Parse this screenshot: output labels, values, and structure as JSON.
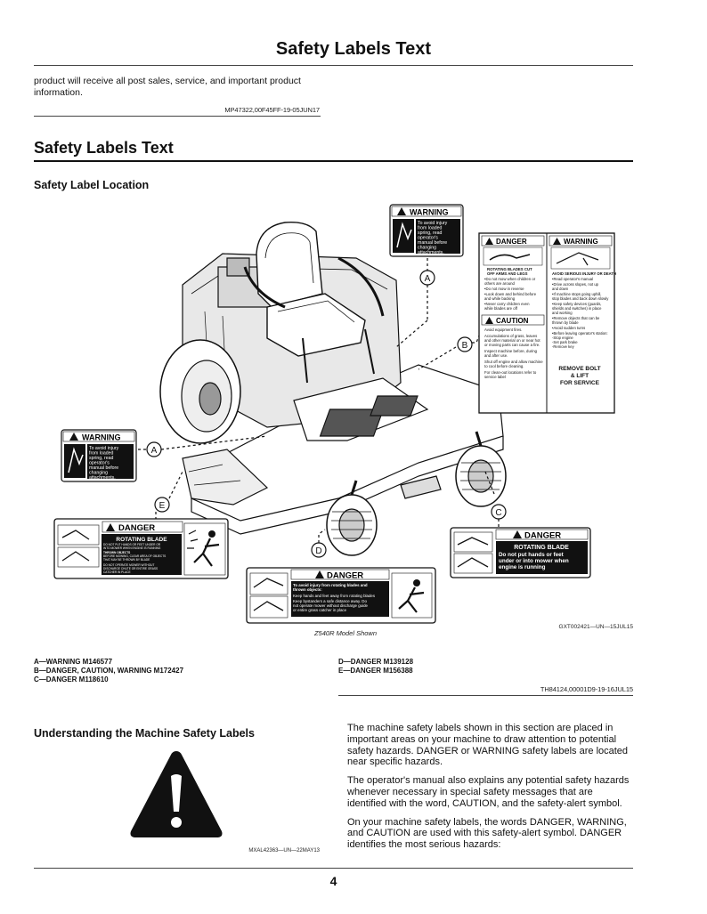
{
  "page_title": "Safety Labels Text",
  "intro": {
    "line1": "product will receive all post sales, service, and important product",
    "line2": "information.",
    "ref": "MP47322,00F45FF-19-05JUN17"
  },
  "section": {
    "title": "Safety Labels Text",
    "subtitle": "Safety Label Location"
  },
  "figure": {
    "caption": "Z540R Model Shown",
    "ref": "GXT002421—UN—15JUL15",
    "callouts": {
      "a": "A",
      "b": "B",
      "c": "C",
      "d": "D",
      "e": "E"
    },
    "labels": {
      "warning_word": "WARNING",
      "warning_text": [
        "To avoid injury",
        "from loaded",
        "spring, read",
        "operator's",
        "manual before",
        "changing",
        "attachments."
      ],
      "danger_word": "DANGER",
      "caution_word": "CAUTION",
      "b_danger_lines": [
        "ROTATING BLADES CUT",
        "OFF ARMS AND LEGS",
        "•Do not mow when children or",
        "others are around",
        "•Do not mow in reverse",
        "•Look down and behind before",
        "and while backing",
        "•Never carry children even",
        "while blades are off"
      ],
      "b_caution_lines": [
        "Avoid equipment fires.",
        "Accumulations of grass, leaves",
        "and other material on or near hot",
        "or moving parts can cause a fire.",
        "Inspect machine before, during",
        "and after use.",
        "Shut off engine and allow machine",
        "to cool before cleaning.",
        "For clean-out locations refer to",
        "service label"
      ],
      "b_warning_lines": [
        "AVOID SERIOUS INJURY OR DEATH",
        "•Read operator's manual",
        "•Drive across slopes, not up",
        "and down",
        "•If machine stops going uphill,",
        "stop blades and back down slowly",
        "•Keep safety devices (guards,",
        "shields and switches) in place",
        "and working",
        "•Remove objects that can be",
        "thrown by blade",
        "•Avoid sudden turns",
        "•Before leaving operator's station:",
        "-Stop engine",
        "-Set park brake",
        "-Remove key"
      ],
      "remove_bolt": [
        "REMOVE BOLT",
        "& LIFT",
        "FOR SERVICE"
      ],
      "rotating_blade": "ROTATING BLADE",
      "e_small": [
        "DO NOT PUT HANDS OR FEET UNDER OR",
        "INTO MOWER WHEN ENGINE IS RUNNING",
        "THROWN OBJECTS",
        "BEFORE MOWING, CLEAR AREA OF OBJECTS",
        "THAT MAY BE THROWN BY BLADE",
        "DO NOT OPERATE MOWER WITHOUT",
        "DISCHARGE CHUTE OR ENTIRE GRASS",
        "CATCHER IN PLACE"
      ],
      "c_text": [
        "Do not put hands or feet",
        "under or into mower when",
        "engine is running"
      ],
      "d_text": [
        "To avoid injury from rotating blades and",
        "thrown objects:",
        "Keep hands and feet away from rotating blades",
        "Keep bystanders a safe distance away. Do",
        "not operate mower without discharge guide",
        "or entire grass catcher in place"
      ]
    }
  },
  "legend": {
    "a": "A—WARNING M146577",
    "b": "B—DANGER, CAUTION, WARNING M172427",
    "c": "C—DANGER M118610",
    "d": "D—DANGER M139128",
    "e": "E—DANGER M156388"
  },
  "legend_ref": "TH84124,00001D9-19-16JUL15",
  "understanding": {
    "title": "Understanding the Machine Safety Labels",
    "symbol_ref": "MXAL42363—UN—22MAY13",
    "p1": "The machine safety labels shown in this section are placed in important areas on your machine to draw attention to potential safety hazards. DANGER or WARNING safety labels are located near specific hazards.",
    "p2": "The operator's manual also explains any potential safety hazards whenever necessary in special safety messages that are identified with the word, CAUTION, and the safety-alert symbol.",
    "p3": "On your machine safety labels, the words DANGER, WARNING, and CAUTION are used with this safety-alert symbol. DANGER identifies the most serious hazards:"
  },
  "page_number": "4"
}
